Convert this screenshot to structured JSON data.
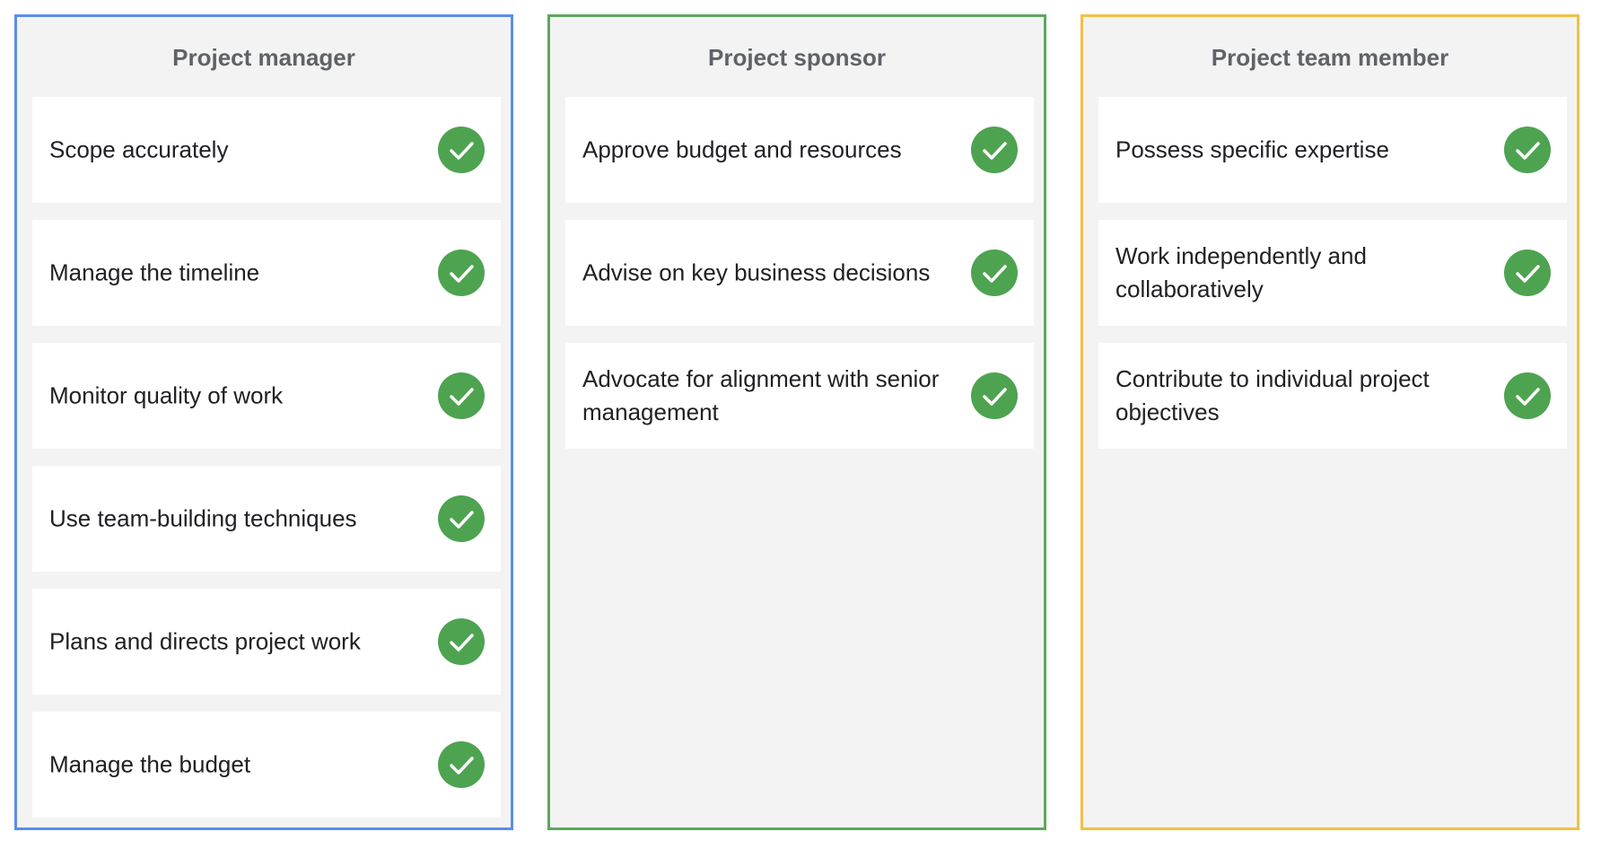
{
  "colors": {
    "project_manager_border": "#5b8def",
    "project_sponsor_border": "#5ca85c",
    "project_team_member_border": "#f1c045",
    "panel_background": "#f3f3f3",
    "check_fill": "#4ea350"
  },
  "columns": [
    {
      "title": "Project manager",
      "items": [
        {
          "label": "Scope accurately",
          "icon": "check-circle-icon"
        },
        {
          "label": "Manage the timeline",
          "icon": "check-circle-icon"
        },
        {
          "label": "Monitor quality of work",
          "icon": "check-circle-icon"
        },
        {
          "label": "Use team-building techniques",
          "icon": "check-circle-icon"
        },
        {
          "label": "Plans and directs project work",
          "icon": "check-circle-icon"
        },
        {
          "label": "Manage the budget",
          "icon": "check-circle-icon"
        }
      ]
    },
    {
      "title": "Project sponsor",
      "items": [
        {
          "label": "Approve budget and resources",
          "icon": "check-circle-icon"
        },
        {
          "label": "Advise on key business decisions",
          "icon": "check-circle-icon"
        },
        {
          "label": "Advocate for alignment with senior management",
          "icon": "check-circle-icon"
        }
      ]
    },
    {
      "title": "Project team member",
      "items": [
        {
          "label": "Possess specific expertise",
          "icon": "check-circle-icon"
        },
        {
          "label": "Work independently and collaboratively",
          "icon": "check-circle-icon"
        },
        {
          "label": "Contribute to individual project objectives",
          "icon": "check-circle-icon"
        }
      ]
    }
  ]
}
